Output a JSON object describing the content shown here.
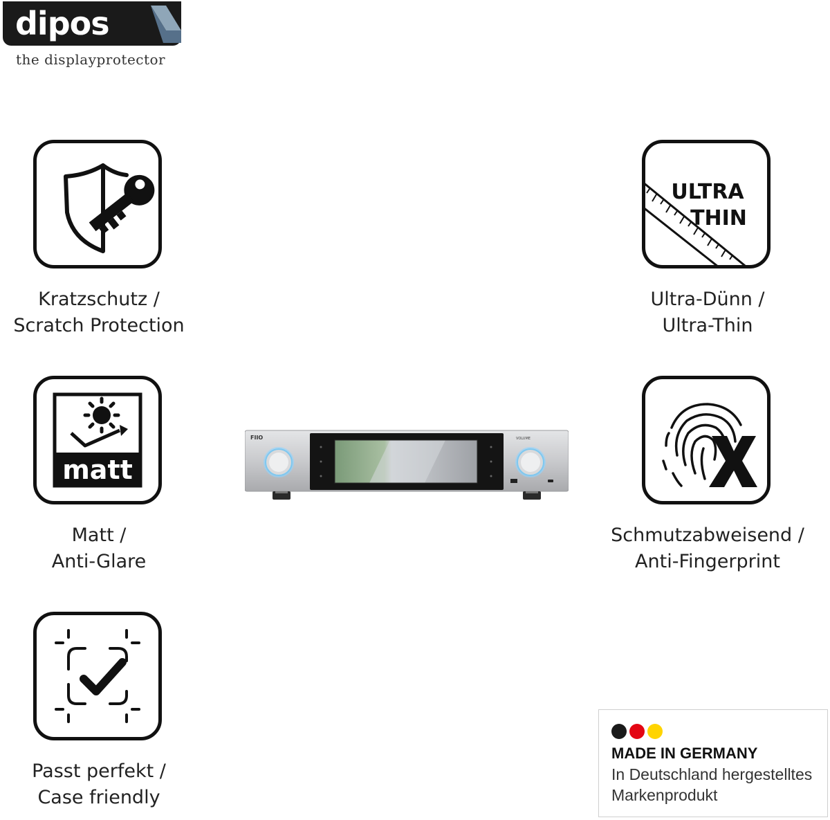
{
  "brand": {
    "logo_text": "dipos",
    "tagline": "the displayprotector"
  },
  "features": {
    "scratch": {
      "line1": "Kratzschutz /",
      "line2": "Scratch Protection",
      "icon": "shield-key-icon"
    },
    "matt": {
      "line1": "Matt /",
      "line2": "Anti-Glare",
      "icon": "sun-matt-icon",
      "icon_text": "matt"
    },
    "case": {
      "line1": "Passt perfekt /",
      "line2": "Case friendly",
      "icon": "checkmark-frame-icon"
    },
    "thin": {
      "line1": "Ultra-Dünn /",
      "line2": "Ultra-Thin",
      "icon": "ultra-thin-ruler-icon",
      "icon_text_1": "ULTRA",
      "icon_text_2": "THIN"
    },
    "fingerprint": {
      "line1": "Schmutzabweisend /",
      "line2": "Anti-Fingerprint",
      "icon": "fingerprint-x-icon"
    }
  },
  "device": {
    "brand_label": "FIIO",
    "volume_label": "VOLUME"
  },
  "made_in": {
    "title": "MADE IN GERMANY",
    "line1": "In Deutschland hergestelltes",
    "line2": "Markenprodukt",
    "flag_colors": [
      "#1a1a1a",
      "#e30613",
      "#ffd400"
    ]
  },
  "colors": {
    "dark": "#1a1a1a",
    "knob_glow": "#8fd3ff"
  }
}
